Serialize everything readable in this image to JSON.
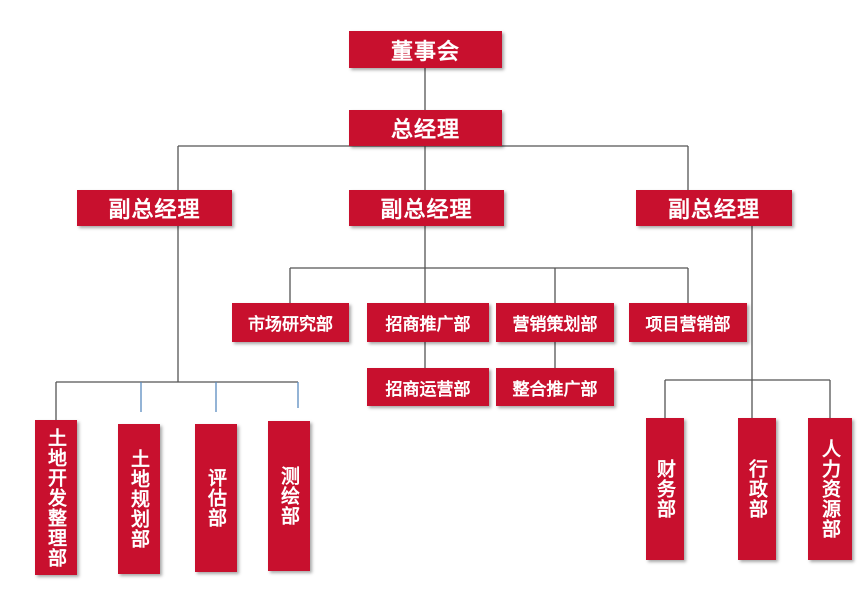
{
  "board": "董事会",
  "gm": "总经理",
  "vgm_left": "副总经理",
  "vgm_center": "副总经理",
  "vgm_right": "副总经理",
  "center_depts": {
    "market_research": "市场研究部",
    "investment_promotion": "招商推广部",
    "marketing_planning": "营销策划部",
    "project_marketing": "项目营销部",
    "investment_operation": "招商运营部",
    "integrated_promotion": "整合推广部"
  },
  "left_depts": {
    "land_development": "土地开发整理部",
    "land_planning": "土地规划部",
    "evaluation": "评估部",
    "surveying": "测绘部"
  },
  "right_depts": {
    "finance": "财务部",
    "administration": "行政部",
    "human_resources": "人力资源部"
  },
  "colors": {
    "box": "#c8102e",
    "line": "#555555",
    "line_blue": "#5b8bbf"
  }
}
